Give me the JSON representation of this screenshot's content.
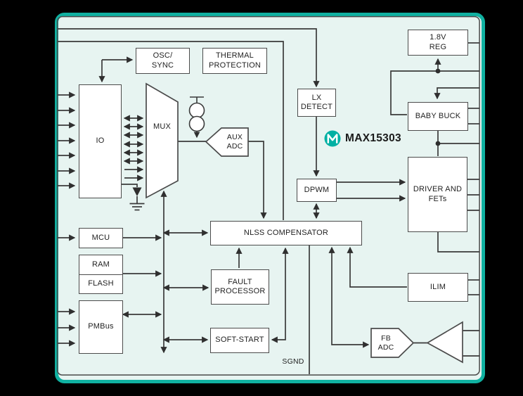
{
  "chip": {
    "part_number": "MAX15303",
    "brand_icon": "maxim-logo-icon",
    "accent_color": "#10b1a1",
    "body_color": "#e7f4f1",
    "frame_color": "#4a4a4a",
    "wire_color": "#3a3a3a",
    "ground_label": "SGND"
  },
  "blocks": {
    "osc_sync": {
      "label": "OSC/\nSYNC"
    },
    "thermal": {
      "label": "THERMAL\nPROTECTION"
    },
    "io": {
      "label": "IO"
    },
    "mux": {
      "label": "MUX"
    },
    "aux_adc": {
      "label": "AUX\nADC"
    },
    "lx_detect": {
      "label": "LX\nDETECT"
    },
    "dpwm": {
      "label": "DPWM"
    },
    "reg_1v8": {
      "label": "1.8V\nREG"
    },
    "baby_buck": {
      "label": "BABY BUCK"
    },
    "driver_fets": {
      "label": "DRIVER AND\nFETs"
    },
    "nlss": {
      "label": "NLSS COMPENSATOR"
    },
    "mcu": {
      "label": "MCU"
    },
    "ram": {
      "label": "RAM"
    },
    "flash": {
      "label": "FLASH"
    },
    "pmbus": {
      "label": "PMBus"
    },
    "fault": {
      "label": "FAULT\nPROCESSOR"
    },
    "soft_start": {
      "label": "SOFT-START"
    },
    "ilim": {
      "label": "ILIM"
    },
    "fb_adc": {
      "label": "FB\nADC"
    }
  },
  "pins": {
    "io_inputs": 7,
    "mcu_inputs": 1,
    "pmbus_inputs": 3,
    "top_inputs": 2
  },
  "icons": {
    "amplifier": "amplifier-triangle-icon",
    "ground": "ground-icon",
    "current_source": "current-source-icon"
  }
}
